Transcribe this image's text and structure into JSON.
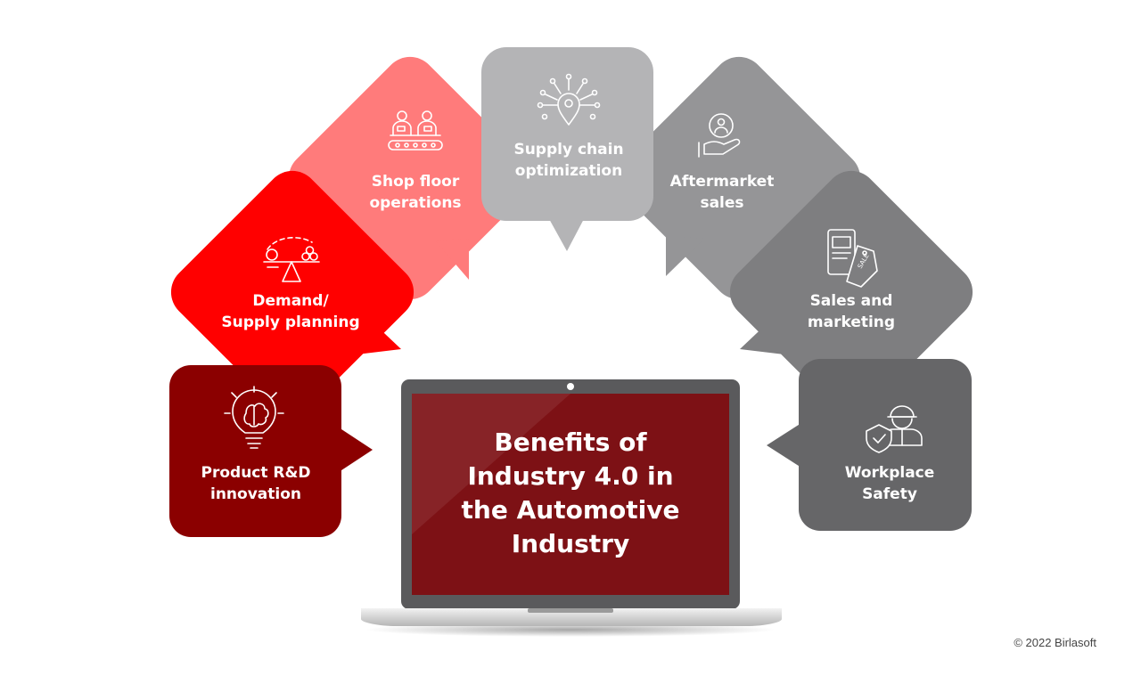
{
  "title_lines": [
    "Benefits of",
    "Industry 4.0 in",
    "the Automotive",
    "Industry"
  ],
  "copyright": "© 2022 Birlasoft",
  "colors": {
    "rnd": "#8b0000",
    "demand": "#ff0000",
    "shop": "#ff7b7b",
    "supply": "#b4b4b6",
    "aftermarket": "#959597",
    "sales": "#7e7e80",
    "safety": "#666668",
    "screen": "#7d1115",
    "laptop_frame": "#5a5a5c"
  },
  "nodes": [
    {
      "id": "rnd",
      "icon": "brain-bulb-icon",
      "lines": [
        "Product R&D",
        "innovation"
      ]
    },
    {
      "id": "demand",
      "icon": "balance-scale-icon",
      "lines": [
        "Demand/",
        "Supply planning"
      ]
    },
    {
      "id": "shop",
      "icon": "workers-conveyor-icon",
      "lines": [
        "Shop floor",
        "operations"
      ]
    },
    {
      "id": "supply",
      "icon": "location-network-icon",
      "lines": [
        "Supply chain",
        "optimization"
      ]
    },
    {
      "id": "aftermarket",
      "icon": "hand-customer-icon",
      "lines": [
        "Aftermarket",
        "sales"
      ]
    },
    {
      "id": "sales",
      "icon": "sale-tag-icon",
      "lines": [
        "Sales and",
        "marketing"
      ]
    },
    {
      "id": "safety",
      "icon": "safety-worker-icon",
      "lines": [
        "Workplace",
        "Safety"
      ]
    }
  ]
}
